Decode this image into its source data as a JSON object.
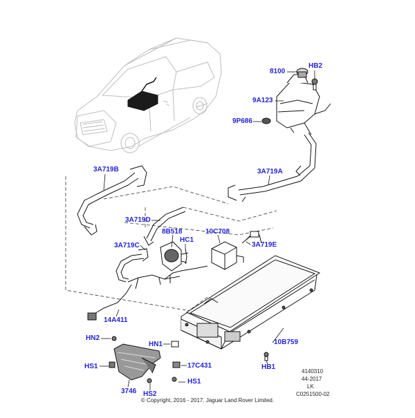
{
  "colors": {
    "callout": "#2222dd",
    "line": "#111111",
    "ghost": "#bbbbbb",
    "fill": "#888888"
  },
  "callouts": {
    "c8100": "8100",
    "hb2": "HB2",
    "c9a123": "9A123",
    "c9p686": "9P686",
    "c3a719b": "3A719B",
    "c3a719a": "3A719A",
    "c3a719d": "3A719D",
    "c8b518": "8B518",
    "hc1": "HC1",
    "c10c708": "10C708",
    "c3a719c": "3A719C",
    "c3a719e": "3A719E",
    "c14a411": "14A411",
    "hn2": "HN2",
    "hn1": "HN1",
    "c10b759": "10B759",
    "hs1_left": "HS1",
    "c17c431": "17C431",
    "hb1": "HB1",
    "hs1_right": "HS1",
    "c3746": "3746",
    "hs2": "HS2"
  },
  "meta": {
    "code1": "4140310",
    "code2": "44-2017",
    "code3": "LK",
    "code4": "C0251500-02"
  },
  "copyright": "© Copyright, 2016 - 2017. Jaguar Land Rover Limited."
}
